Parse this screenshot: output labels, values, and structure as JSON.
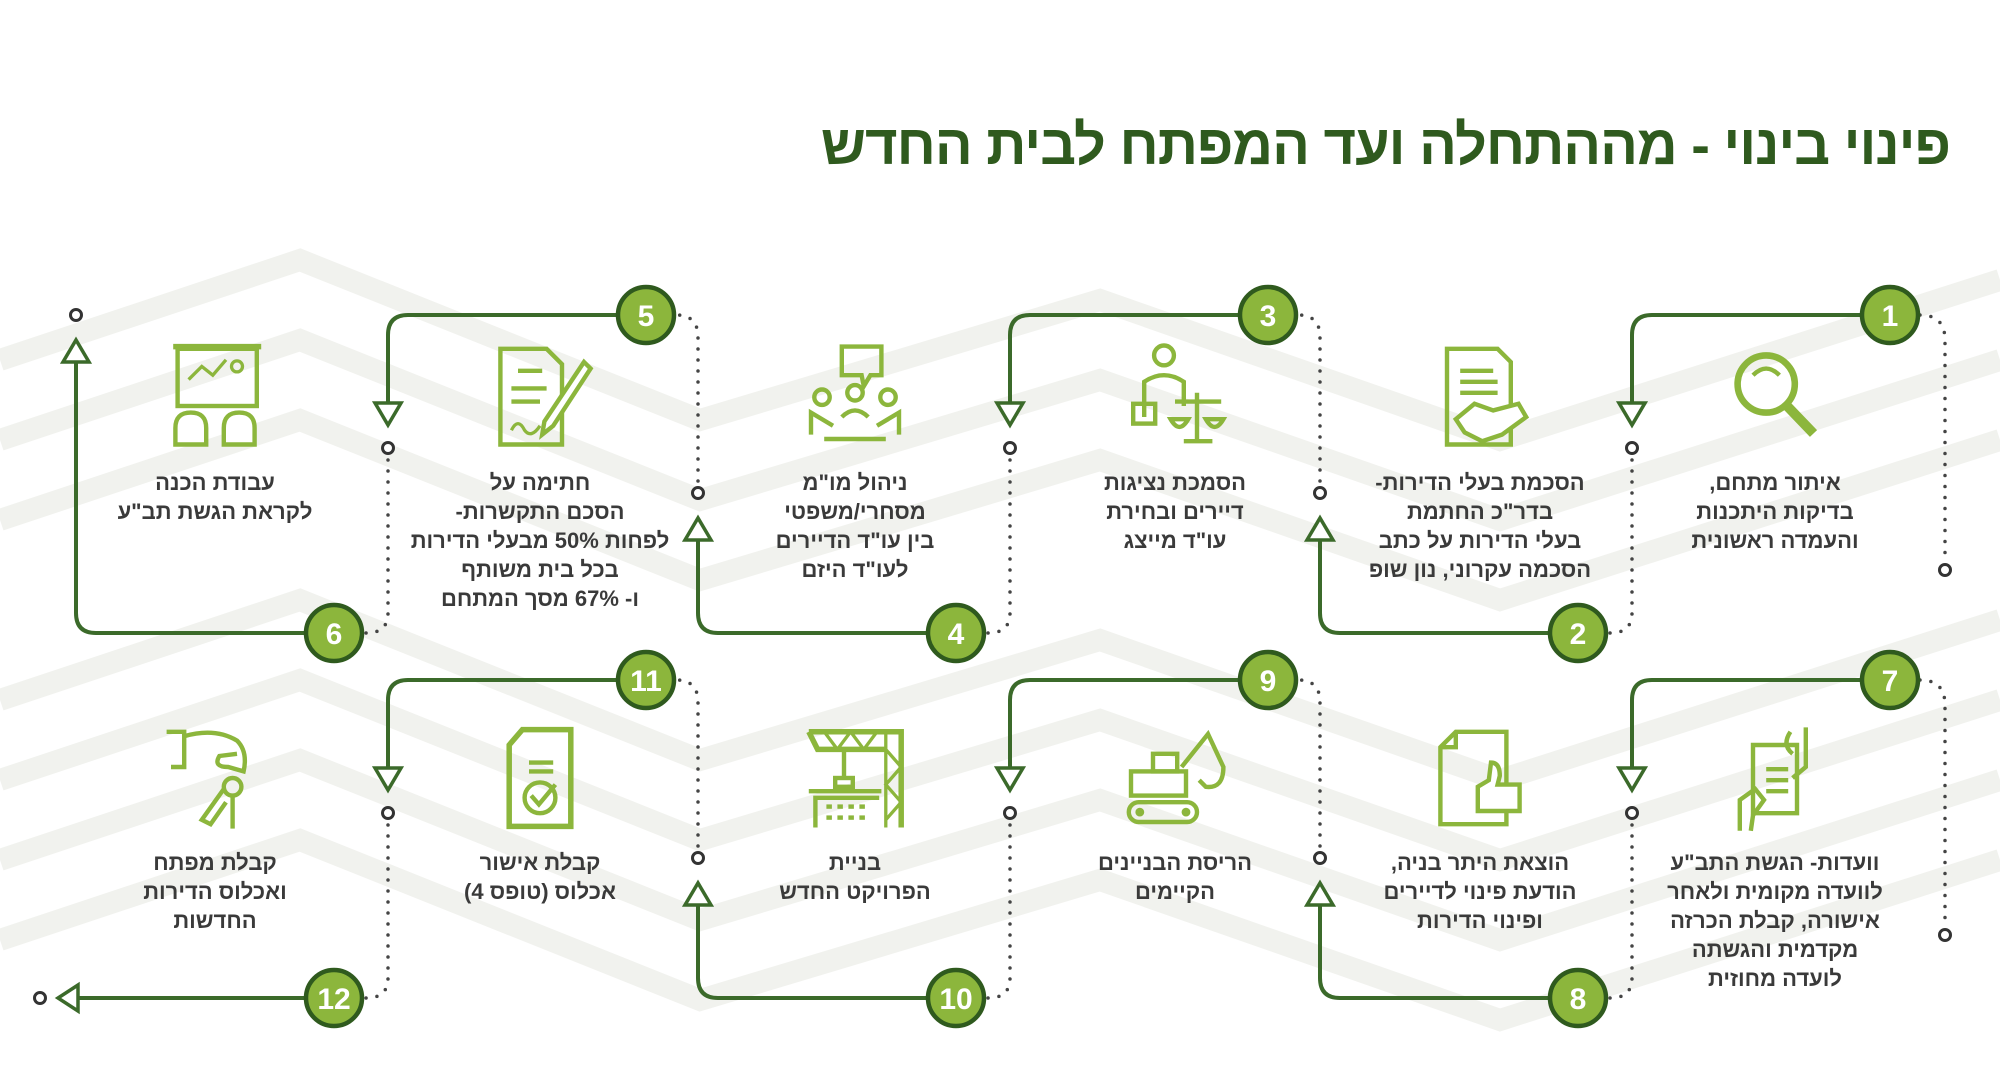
{
  "title": "פינוי בינוי - מההתחלה ועד המפתח לבית החדש",
  "colors": {
    "dark_green": "#2f5a1e",
    "line_green": "#3b6a2a",
    "light_green": "#8cb63c",
    "text": "#3a3a3a"
  },
  "steps": [
    {
      "number": "1",
      "icon": "magnifier-icon",
      "lines": [
        "איתור מתחם,",
        "בדיקות היתכנות",
        "והעמדה ראשונית"
      ]
    },
    {
      "number": "2",
      "icon": "handshake-document-icon",
      "lines": [
        "הסכמת בעלי הדירות-",
        "בדר\"כ החתמת",
        "בעלי הדירות על כתב",
        "הסכמה עקרוני, נון שופ"
      ]
    },
    {
      "number": "3",
      "icon": "lawyer-scales-icon",
      "lines": [
        "הסמכת נציגות",
        "דיירים ובחירת",
        "עו\"ד מייצג"
      ]
    },
    {
      "number": "4",
      "icon": "meeting-icon",
      "lines": [
        "ניהול מו\"מ",
        "מסחרי/משפטי",
        "בין עו\"ד הדיירים",
        "לעו\"ד היזם"
      ]
    },
    {
      "number": "5",
      "icon": "contract-pen-icon",
      "lines": [
        "חתימה על",
        "הסכם התקשרות-",
        "לפחות 50% מבעלי הדירות",
        "בכל בית משותף",
        "ו- 67% מסך המתחם"
      ]
    },
    {
      "number": "6",
      "icon": "presentation-icon",
      "lines": [
        "עבודת הכנה",
        "לקראת הגשת תב\"ע"
      ]
    },
    {
      "number": "7",
      "icon": "hands-document-icon",
      "lines": [
        "וועדות- הגשת התב\"ע",
        "לוועדה מקומית ולאחר",
        "אישורה, קבלת הכרזה",
        "מקדמית והגשתה",
        "לועדה מחוזית"
      ]
    },
    {
      "number": "8",
      "icon": "document-thumbs-up-icon",
      "lines": [
        "הוצאת היתר בניה,",
        "הודעת פינוי לדיירים",
        "ופינוי הדירות"
      ]
    },
    {
      "number": "9",
      "icon": "excavator-icon",
      "lines": [
        "הריסת הבניינים",
        "הקיימים"
      ]
    },
    {
      "number": "10",
      "icon": "crane-building-icon",
      "lines": [
        "בניית",
        "הפרויקט החדש"
      ]
    },
    {
      "number": "11",
      "icon": "document-check-icon",
      "lines": [
        "קבלת אישור",
        "אכלוס (טופס 4)"
      ]
    },
    {
      "number": "12",
      "icon": "hand-keys-icon",
      "lines": [
        "קבלת מפתח",
        "ואכלוס הדירות",
        "החדשות"
      ]
    }
  ]
}
